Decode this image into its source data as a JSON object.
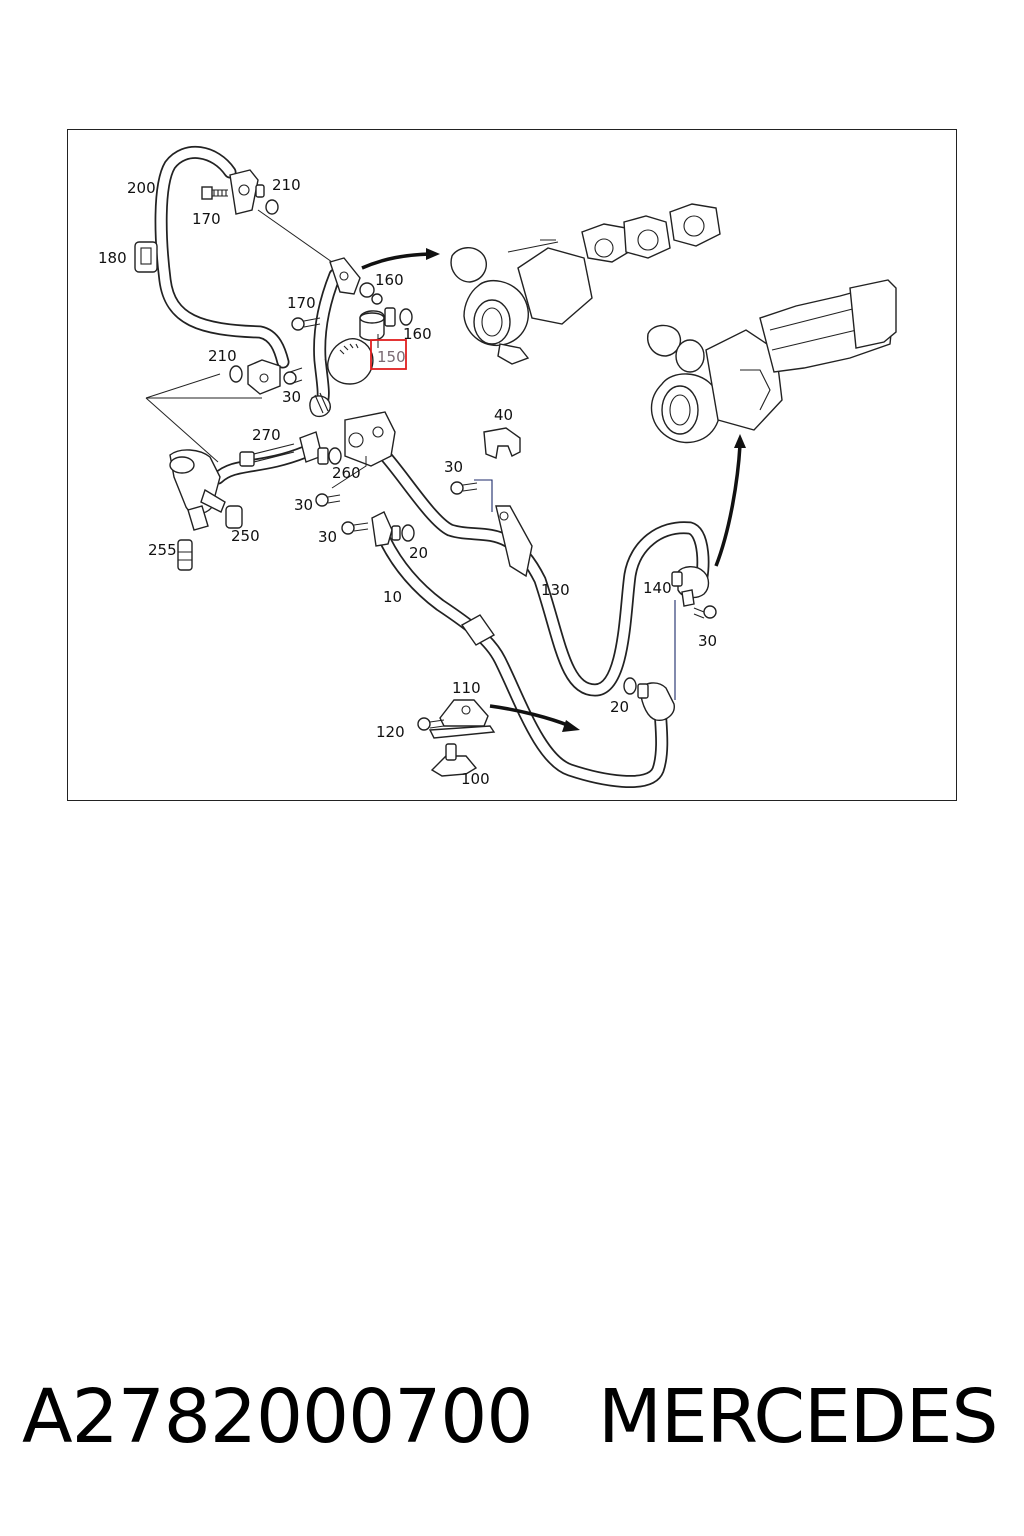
{
  "diagram": {
    "callouts": {
      "c200": "200",
      "c210a": "210",
      "c170a": "170",
      "c180": "180",
      "c160a": "160",
      "c170b": "170",
      "c160b": "160",
      "c150": "150",
      "c210b": "210",
      "c30a": "30",
      "c270": "270",
      "c40": "40",
      "c260": "260",
      "c30b": "30",
      "c30c": "30",
      "c250": "250",
      "c30d": "30",
      "c20a": "20",
      "c255": "255",
      "c130": "130",
      "c10": "10",
      "c140": "140",
      "c30e": "30",
      "c110": "110",
      "c20b": "20",
      "c120": "120",
      "c100": "100"
    },
    "highlighted_callout": "150",
    "highlight_color": "#e01f1f"
  },
  "footer": {
    "part_number": "A2782000700",
    "brand": "MERCEDES"
  }
}
